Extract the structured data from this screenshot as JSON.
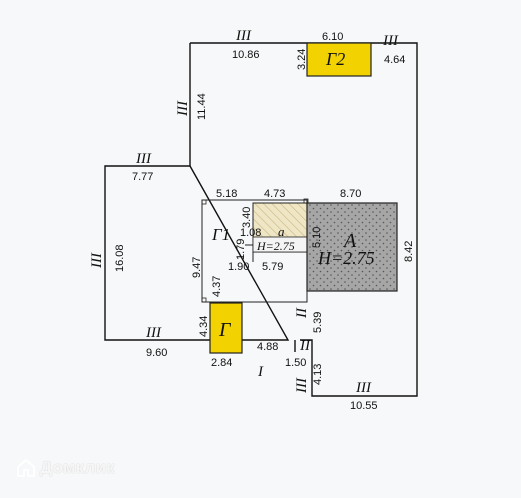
{
  "plan": {
    "background": "#f7f8f9",
    "colors": {
      "main_building": "#a6a6a6",
      "annex": "#f2d200",
      "extension_hatch": "#e8dcb5",
      "walls": "#111111"
    },
    "buildings": {
      "main": {
        "letter": "А",
        "height": "Н=2.75"
      },
      "extension": {
        "letter": "а",
        "height": "Н=2.75"
      },
      "g": {
        "label": "Г"
      },
      "g1": {
        "label": "Г1"
      },
      "g2": {
        "label": "Г2"
      }
    },
    "fence_types": {
      "iii_top": "III",
      "iii_topright": "III",
      "iii_left_upper": "III",
      "iii_mid": "III",
      "iii_left": "III",
      "iii_bottom_left": "III",
      "iii_bottom": "III",
      "iii_right_lower": "III",
      "ii_gap": "II",
      "ii_label": "II",
      "i_gate": "I"
    },
    "dimensions": {
      "top_left": "10.86",
      "g2_width": "6.10",
      "g2_height": "3.24",
      "top_right": "4.64",
      "left_upper": "11.44",
      "mid_horizontal": "7.77",
      "left_long": "16.08",
      "right_long": "8.42",
      "bottom_left": "9.60",
      "bottom_right": "10.55",
      "g1_top": "5.18",
      "ext_top": "4.73",
      "main_top": "8.70",
      "g1_left": "9.47",
      "ext_height": "3.40",
      "main_height": "5.10",
      "ext_small_a": "1.08",
      "ext_small_b": "1.79",
      "g1_bottom": "1.90",
      "ext_bottom": "5.79",
      "g_height_upper": "4.37",
      "g_height": "4.34",
      "fence_5_39": "5.39",
      "g_width": "2.84",
      "gate_segment": "4.88",
      "gate_small": "1.50",
      "fence_4_13": "4.13"
    }
  },
  "watermark": {
    "text": "Домклик"
  }
}
